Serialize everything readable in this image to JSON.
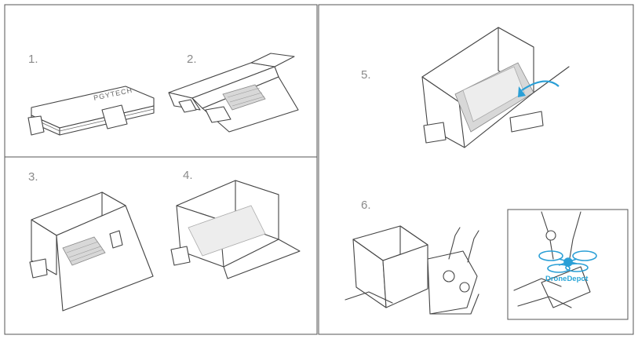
{
  "steps": [
    {
      "label": "1."
    },
    {
      "label": "2."
    },
    {
      "label": "3."
    },
    {
      "label": "4."
    },
    {
      "label": "5."
    },
    {
      "label": "6."
    }
  ],
  "brand": {
    "text": "PGYTECH"
  },
  "logo": {
    "text": "DroneDepot"
  },
  "colors": {
    "border": "#444444",
    "arrow": "#2a9fd6",
    "logo": "#2aa6d8",
    "screen": "#d8d8d8"
  }
}
